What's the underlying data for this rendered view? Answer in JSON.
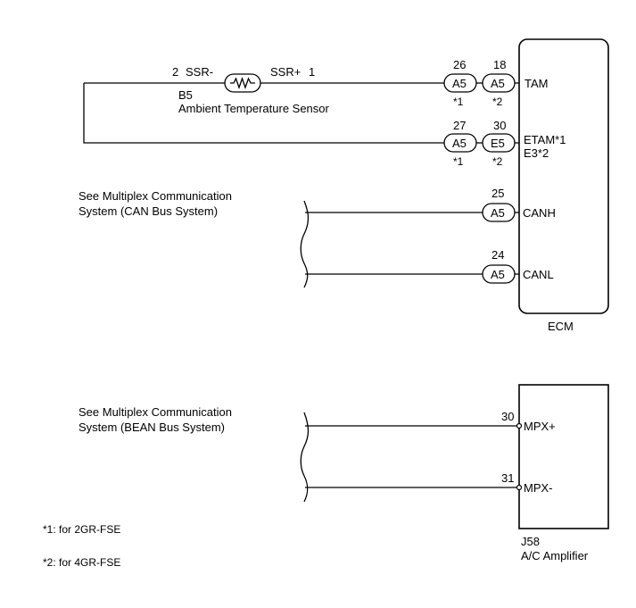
{
  "sensor": {
    "pin_left": "2",
    "term_left": "SSR-",
    "term_right": "SSR+",
    "pin_right": "1",
    "code": "B5",
    "name": "Ambient Temperature Sensor"
  },
  "ecm": {
    "label": "ECM",
    "connectors": [
      {
        "pin_a": "26",
        "conn_a": "A5",
        "note_a": "*1",
        "pin_b": "18",
        "conn_b": "A5",
        "note_b": "*2",
        "terminal": "TAM"
      },
      {
        "pin_a": "27",
        "conn_a": "A5",
        "note_a": "*1",
        "pin_b": "30",
        "conn_b": "E5",
        "note_b": "*2",
        "terminal": "ETAM*1",
        "terminal2": "E3*2"
      },
      {
        "pin": "25",
        "conn": "A5",
        "terminal": "CANH"
      },
      {
        "pin": "24",
        "conn": "A5",
        "terminal": "CANL"
      }
    ]
  },
  "can_ref": {
    "line1": "See Multiplex Communication",
    "line2": "System (CAN Bus System)"
  },
  "bean_ref": {
    "line1": "See Multiplex Communication",
    "line2": "System (BEAN Bus System)"
  },
  "amplifier": {
    "code": "J58",
    "name": "A/C Amplifier",
    "terminals": [
      {
        "pin": "30",
        "label": "MPX+"
      },
      {
        "pin": "31",
        "label": "MPX-"
      }
    ]
  },
  "notes": [
    "*1: for 2GR-FSE",
    "*2: for 4GR-FSE"
  ]
}
